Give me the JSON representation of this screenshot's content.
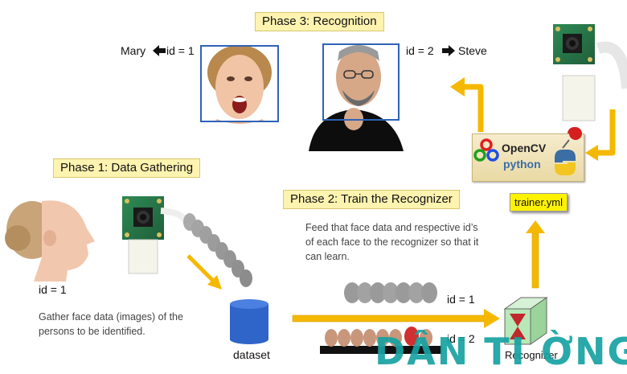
{
  "phases": {
    "recognition": "Phase 3: Recognition",
    "gathering": "Phase 1: Data Gathering",
    "training": "Phase 2: Train the Recognizer"
  },
  "labels": {
    "mary": "Mary",
    "mary_id": "id = 1",
    "steve_id": "id = 2",
    "steve": "Steve",
    "person_id": "id = 1",
    "dataset": "dataset",
    "batch1_id": "id = 1",
    "batch2_id": "id = 2",
    "recognizer": "Recognizer",
    "trainer_file": "trainer.yml",
    "opencv": "OpenCV",
    "python": "python"
  },
  "descriptions": {
    "gathering": "Gather face data (images) of the persons to be identified.",
    "training": "Feed that face data and respective id’s of each face to the recognizer so that it can learn."
  },
  "watermark": "DÂN TI   ỜNG",
  "colors": {
    "phase_bg": "#fff3b0",
    "arrow": "#f5b800",
    "face_box": "#2e62b8",
    "cube": "#b8e8b8",
    "hourglass": "#c0282c",
    "watermark": "#17a2a2"
  }
}
